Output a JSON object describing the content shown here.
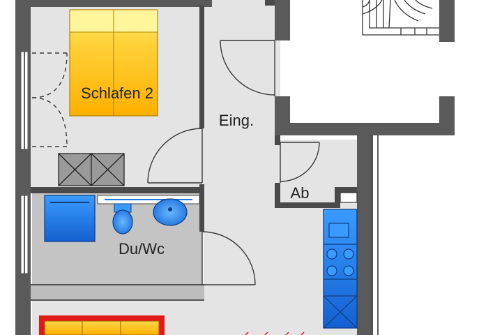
{
  "rooms": {
    "bedroom": "Schlafen 2",
    "entrance": "Eing.",
    "storage": "Ab",
    "bathroom": "Du/Wc"
  },
  "colors": {
    "floor": "#e4e4e4",
    "bathroom_floor": "#c4c4c4",
    "wall": "#5a5a5a",
    "bed": "#ffc200",
    "fixture_blue": "#1e78e8",
    "cabinet": "#9a9a9a",
    "sofa_red": "#e01818"
  }
}
